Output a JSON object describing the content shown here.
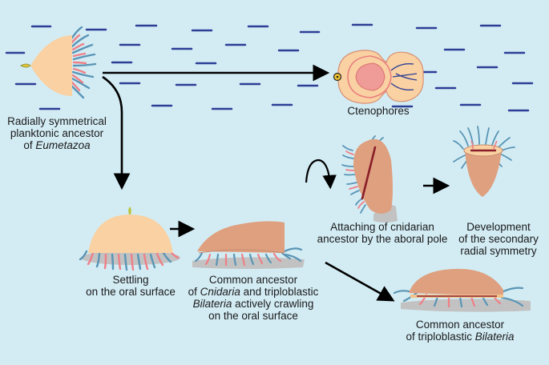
{
  "colors": {
    "background": "#d3ecf4",
    "water_lines": "#2d3e96",
    "body_light": "#f9d1a2",
    "body_dark": "#dea07f",
    "tentacle_blue": "#5a95b5",
    "tentacle_pink": "#ef7f86",
    "substrate": "#c2c2c2",
    "arrow": "#000000"
  },
  "labels": {
    "ancestor": {
      "line1": "Radially symmetrical",
      "line2": "planktonic ancestor",
      "line3_prefix": "of ",
      "line3_italic": "Eumetazoa"
    },
    "ctenophores": "Ctenophores",
    "settling": {
      "line1": "Settling",
      "line2": "on the oral surface"
    },
    "common_cnidaria": {
      "line1": "Common ancestor",
      "line2_prefix": "of ",
      "line2_italic": "Cnidaria",
      "line2_suffix": " and triploblastic",
      "line3_italic": "Bilateria",
      "line3_suffix": " actively crawling",
      "line4": "on the oral surface"
    },
    "attaching": {
      "line1": "Attaching of cnidarian",
      "line2": "ancestor by the aboral pole"
    },
    "development": {
      "line1": "Development",
      "line2": "of the secondary",
      "line3": "radial symmetry"
    },
    "bilateria": {
      "line1": "Common ancestor",
      "line2_prefix": "of triploblastic ",
      "line2_italic": "Bilateria"
    }
  }
}
